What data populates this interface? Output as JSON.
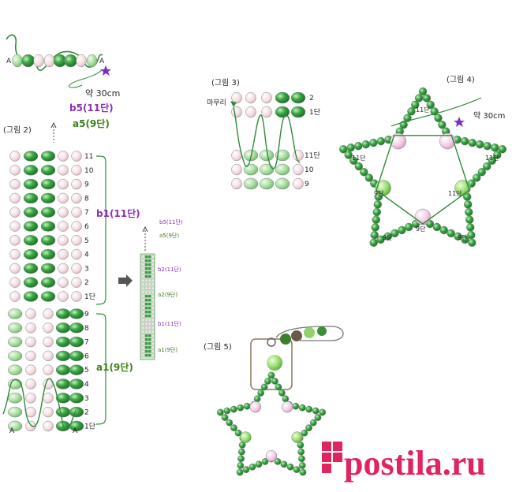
{
  "colors": {
    "bead_green": "#2f9e3a",
    "bead_light_green": "#a8dca0",
    "bead_pink": "#f2d8dc",
    "bead_pale_pink": "#f7e6ea",
    "thread": "#2e8b3a",
    "label_purple": "#8a2fb3",
    "label_green": "#3f7f17",
    "watermark": "#e0245e"
  },
  "top_strip": {
    "label_left": "A",
    "label_right": "A",
    "length_note": "약 30cm",
    "star_icon": "star"
  },
  "labels": {
    "b5": "b5(11단)",
    "a5": "a5(9단)",
    "b1": "b1(11단)",
    "a1": "a1(9단)"
  },
  "fig2": {
    "title": "(그림 2)",
    "b_rows": [
      "11",
      "10",
      "9",
      "8",
      "7",
      "6",
      "5",
      "4",
      "3",
      "2",
      "1단"
    ],
    "a_rows": [
      "9",
      "8",
      "7",
      "6",
      "5",
      "4",
      "3",
      "2",
      "1단"
    ],
    "bottom_left": "A",
    "bottom_right": "A"
  },
  "strip_labels": {
    "b5": "b5(11단)",
    "a5": "a5(9단)",
    "b2": "b2(11단)",
    "a2": "a2(9단)",
    "b1": "b1(11단)",
    "a1": "a1(9단)"
  },
  "fig3": {
    "title": "(그림 3)",
    "finish_label": "마무리",
    "rows": [
      "2",
      "1단",
      "11단",
      "10",
      "9"
    ]
  },
  "fig4": {
    "title": "(그림 4)",
    "length_note": "약 30cm",
    "petal_labels": [
      "11단",
      "11단",
      "11단",
      "9단",
      "11단",
      "9단",
      "9단",
      "9단"
    ]
  },
  "fig5": {
    "title": "(그림 5)"
  },
  "watermark": {
    "text": "postila.ru",
    "icon": "postila-logo-icon"
  }
}
